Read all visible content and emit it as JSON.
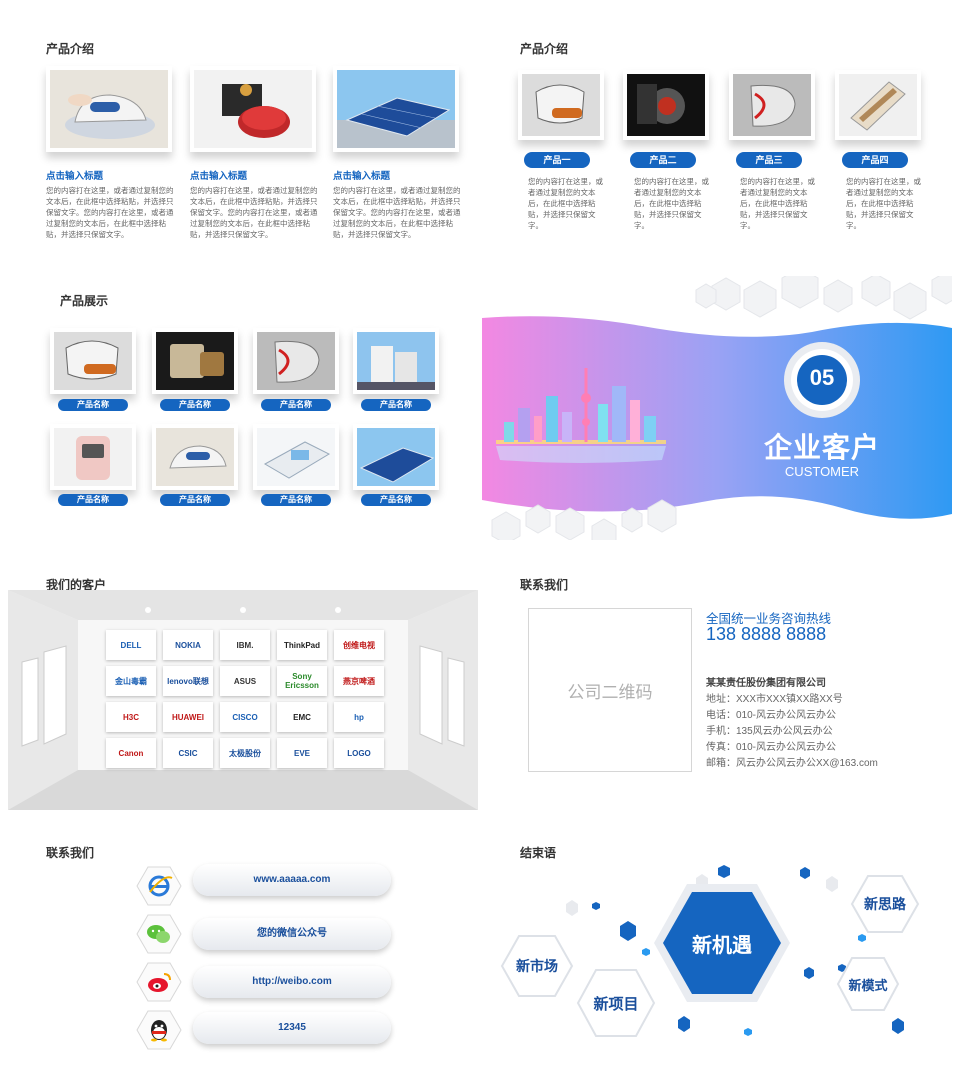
{
  "panel1": {
    "title": "产品介绍",
    "items": [
      {
        "heading": "点击输入标题",
        "text": "您的内容打在这里，或者通过复制您的文本后，在此框中选择粘贴，并选择只保留文字。您的内容打在这里，或者通过复制您的文本后，在此框中选择粘贴，并选择只保留文字。"
      },
      {
        "heading": "点击输入标题",
        "text": "您的内容打在这里，或者通过复制您的文本后，在此框中选择粘贴，并选择只保留文字。您的内容打在这里，或者通过复制您的文本后，在此框中选择粘贴，并选择只保留文字。"
      },
      {
        "heading": "点击输入标题",
        "text": "您的内容打在这里，或者通过复制您的文本后，在此框中选择粘贴，并选择只保留文字。您的内容打在这里，或者通过复制您的文本后，在此框中选择粘贴，并选择只保留文字。"
      }
    ]
  },
  "panel2": {
    "title": "产品介绍",
    "items": [
      {
        "label": "产品一",
        "text": "您的内容打在这里，或者通过复制您的文本后，在此框中选择粘贴，并选择只保留文字。"
      },
      {
        "label": "产品二",
        "text": "您的内容打在这里，或者通过复制您的文本后，在此框中选择粘贴，并选择只保留文字。"
      },
      {
        "label": "产品三",
        "text": "您的内容打在这里，或者通过复制您的文本后，在此框中选择粘贴，并选择只保留文字。"
      },
      {
        "label": "产品四",
        "text": "您的内容打在这里，或者通过复制您的文本后，在此框中选择粘贴，并选择只保留文字。"
      }
    ]
  },
  "panel3": {
    "title": "产品展示",
    "labels": [
      "产品名称",
      "产品名称",
      "产品名称",
      "产品名称",
      "产品名称",
      "产品名称",
      "产品名称",
      "产品名称"
    ]
  },
  "panel4": {
    "number": "05",
    "title": "企业客户",
    "subtitle": "CUSTOMER"
  },
  "panel5": {
    "title": "我们的客户",
    "logos": [
      "DELL",
      "NOKIA",
      "IBM.",
      "ThinkPad",
      "创维电视",
      "金山毒霸",
      "lenovo联想",
      "ASUS",
      "Sony Ericsson",
      "燕京啤酒",
      "H3C",
      "HUAWEI",
      "CISCO",
      "EMC",
      "hp",
      "Canon",
      "CSIC",
      "太极股份",
      "EVE",
      "LOGO"
    ]
  },
  "panel6": {
    "title": "联系我们",
    "qr_label": "公司二维码",
    "hotline_label": "全国统一业务咨询热线",
    "hotline": "138 8888 8888",
    "company": "某某责任股份集团有限公司",
    "address": "地址：XXX市XXX镇XX路XX号",
    "phone": "电话：010-风云办公风云办公",
    "mobile": "手机：135风云办公风云办公",
    "fax": "传真：010-风云办公风云办公",
    "email": "邮箱：风云办公风云办公XX@163.com"
  },
  "panel7": {
    "title": "联系我们",
    "items": [
      {
        "icon": "ie-icon",
        "text": "www.aaaaa.com"
      },
      {
        "icon": "wechat-icon",
        "text": "您的微信公众号"
      },
      {
        "icon": "weibo-icon",
        "text": "http://weibo.com"
      },
      {
        "icon": "qq-icon",
        "text": "12345"
      }
    ]
  },
  "panel8": {
    "title": "结束语",
    "center": "新机遇",
    "left": "新市场",
    "bottom": "新项目",
    "top_right": "新思路",
    "right": "新模式"
  },
  "colors": {
    "accent": "#1565c0",
    "gradient_start": "#f080e0",
    "gradient_end": "#3aa0f5"
  }
}
